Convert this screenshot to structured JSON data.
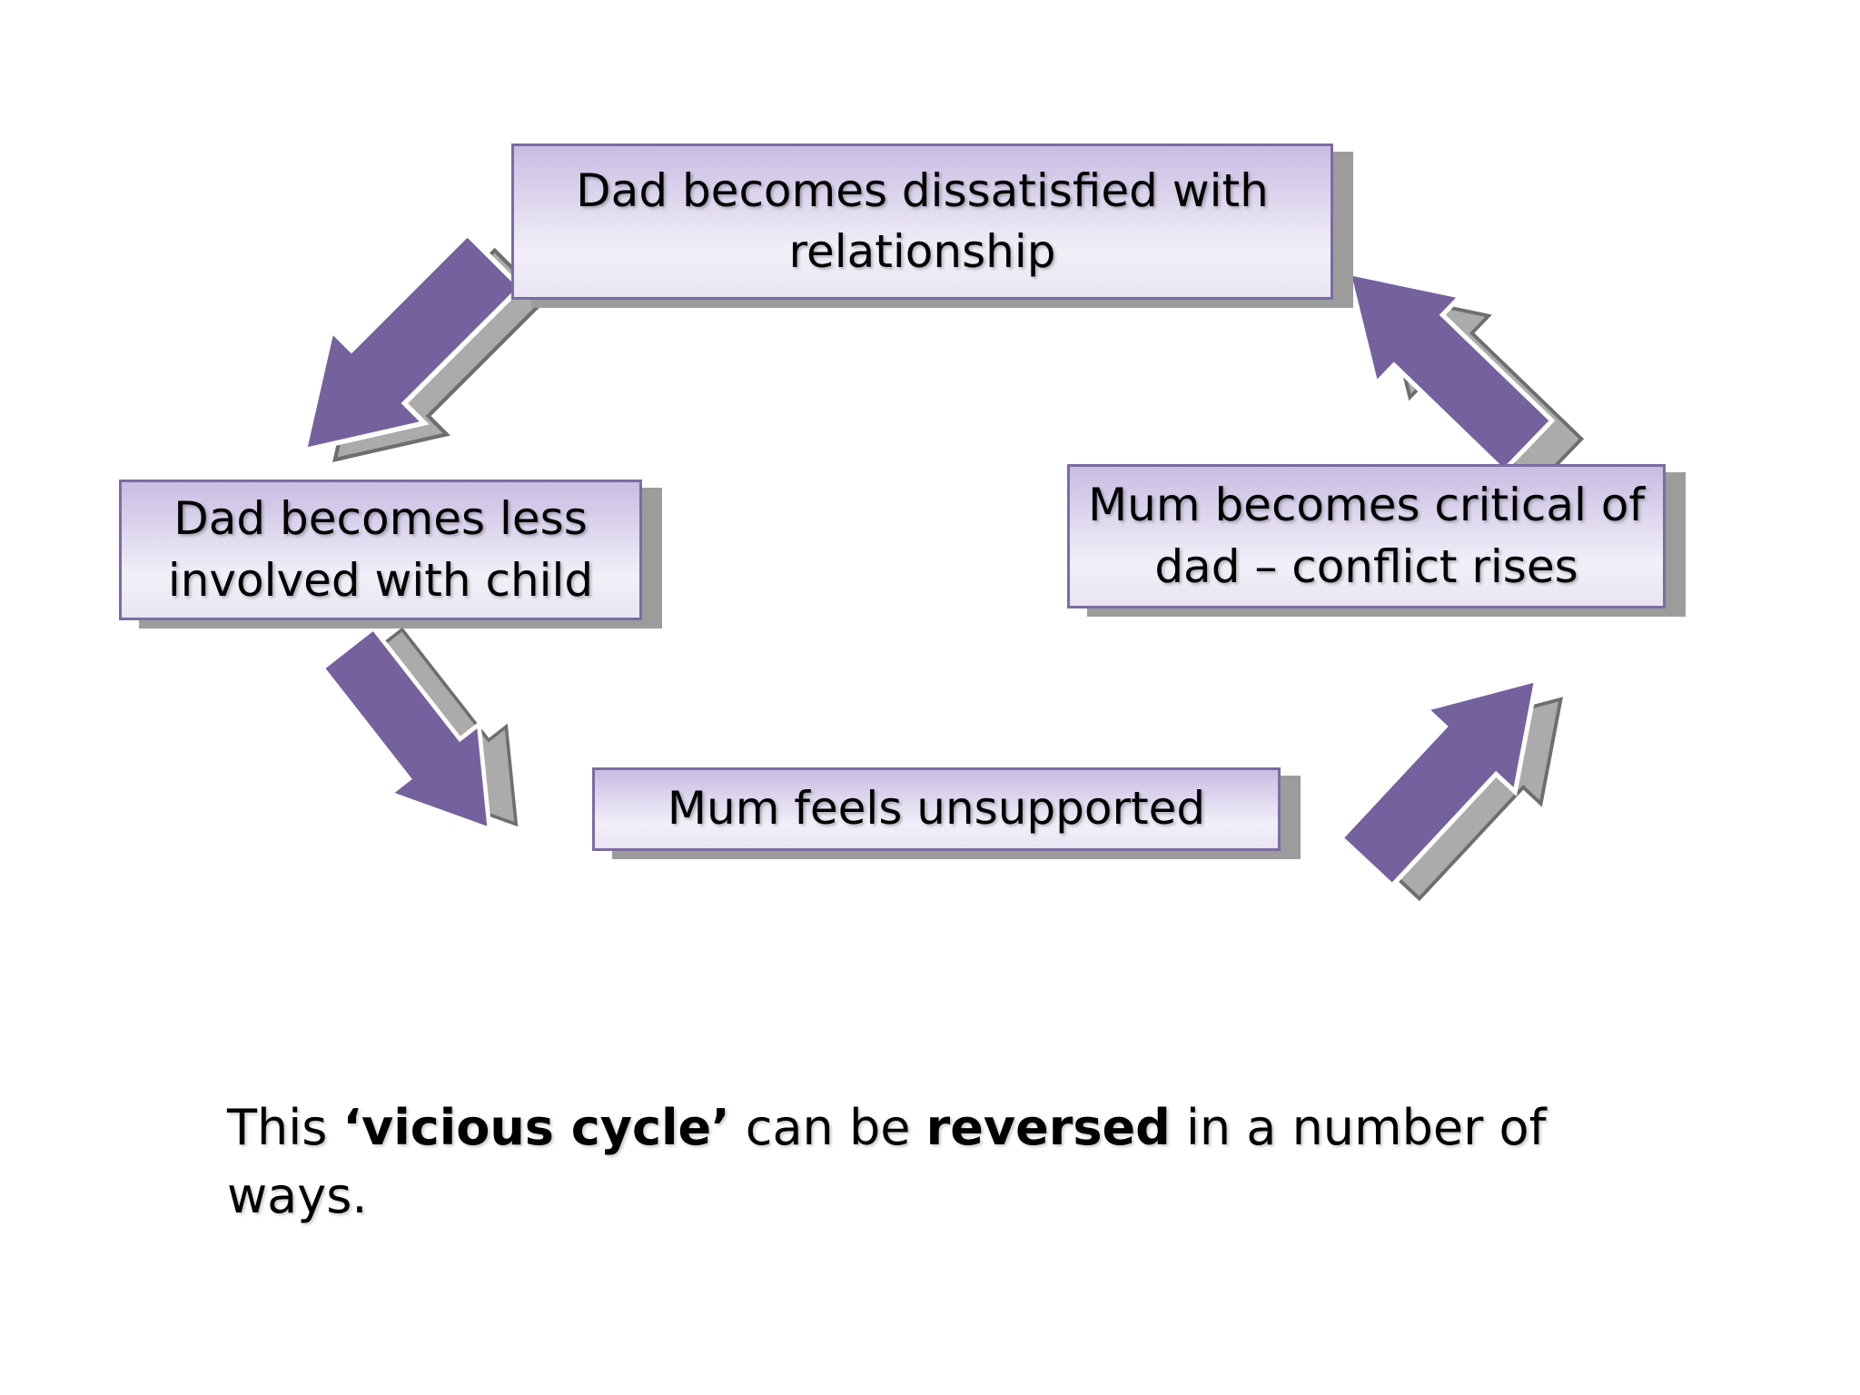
{
  "slide_title": "Vicious cycle diagram",
  "colors": {
    "bg": "#ffffff",
    "text": "#000000",
    "box_border": "#7c6ba4",
    "box_grad_top": "#c9bde2",
    "box_grad_mid": "#f2eff9",
    "box_grad_bot": "#e9e4f3",
    "box_shadow": "#9c9c9c",
    "arrow_fill": "#75619e",
    "arrow_back": "#ababab",
    "arrow_back_edge": "#6e6e6e"
  },
  "boxes": {
    "top": {
      "text": "Dad becomes dissatisfied with relationship"
    },
    "left": {
      "text": "Dad becomes less involved with child"
    },
    "bottom": {
      "text": "Mum feels unsupported"
    },
    "right": {
      "text": "Mum becomes critical of dad – conflict rises"
    }
  },
  "arrows": [
    {
      "name": "top-to-left",
      "direction": "down-left"
    },
    {
      "name": "left-to-bottom",
      "direction": "down-right"
    },
    {
      "name": "bottom-to-right",
      "direction": "up-right"
    },
    {
      "name": "right-to-top",
      "direction": "up-left"
    }
  ],
  "caption": {
    "parts": [
      {
        "t": "This ",
        "b": false
      },
      {
        "t": "‘vicious cycle’",
        "b": true
      },
      {
        "t": " can be ",
        "b": false
      },
      {
        "t": "reversed",
        "b": true
      },
      {
        "t": " in a number of",
        "b": false
      },
      {
        "br": true
      },
      {
        "t": "ways.",
        "b": false
      }
    ]
  }
}
